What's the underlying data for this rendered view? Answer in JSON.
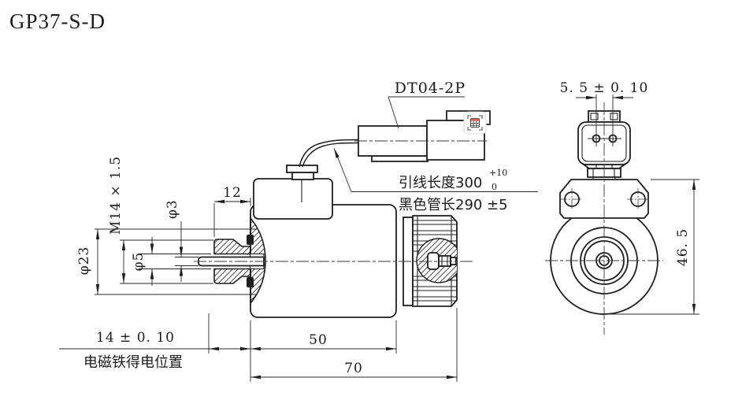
{
  "title": "GP37-S-D",
  "colors": {
    "line": "#1f1f1f",
    "background": "#ffffff",
    "icon_accent": "#e2654e"
  },
  "main_view": {
    "dim_thread_length": "12",
    "dim_thread": "M14 × 1.5",
    "dim_pin_dia": "φ3",
    "dim_flange_dia": "φ23",
    "dim_bore_dia": "φ5",
    "dim_stroke": "14 ± 0. 10",
    "stroke_note": "电磁铁得电位置",
    "dim_coil_length": "50",
    "dim_total_length": "70"
  },
  "connector_detail": {
    "label": "DT04-2P",
    "lead_note_text": "引线长度300",
    "lead_note_tol_upper": "+10",
    "lead_note_tol_lower": "0",
    "tube_note": "黑色管长290 ±5"
  },
  "front_view": {
    "dim_pin_spacing": "5. 5 ± 0. 10",
    "dim_height": "46. 5"
  },
  "overlay_icon": {
    "name": "table-grid-icon"
  }
}
